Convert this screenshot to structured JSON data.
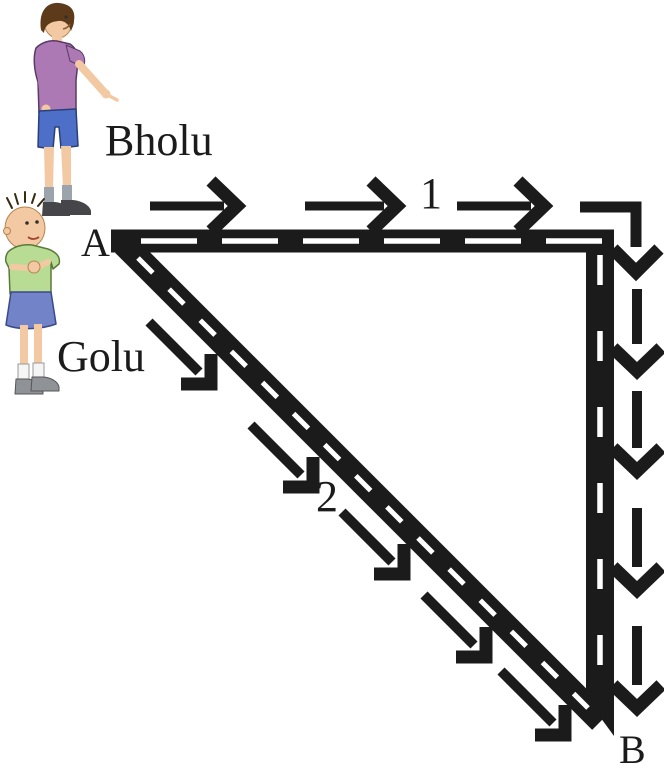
{
  "figure": {
    "labels": {
      "point_a": "A",
      "point_b": "B",
      "path1_number": "1",
      "path2_number": "2",
      "character_top_name": "Bholu",
      "character_bottom_name": "Golu"
    },
    "colors": {
      "ink": "#1b1b1b",
      "road": "#1b1b1b",
      "road_dash": "#ffffff",
      "background": "#ffffff"
    },
    "characters": {
      "bholu": {
        "name": "Bholu",
        "shirt_color": "#ac79b5",
        "shorts_color": "#4e6fc7",
        "skin_color": "#f2c9a2",
        "hair_color": "#5d3a1a",
        "sock_color": "#9ba3ad",
        "shoe_color": "#46464a"
      },
      "golu": {
        "name": "Golu",
        "shirt_color": "#b9dc94",
        "skirt_color": "#7283c8",
        "skin_color": "#f2c9a2",
        "sock_color": "#f5f5f5",
        "shoe_color": "#8f9296"
      }
    },
    "paths": {
      "path1": {
        "label": "1",
        "start": "A",
        "end": "B",
        "segments": [
          "horizontal right",
          "vertical down"
        ],
        "arrow_count_right": 3,
        "arrow_count_elbow": 1,
        "arrow_count_down": 4
      },
      "path2": {
        "label": "2",
        "start": "A",
        "end": "B",
        "segments": [
          "diagonal down-right"
        ],
        "arrow_count_diagonal": 5
      }
    }
  }
}
